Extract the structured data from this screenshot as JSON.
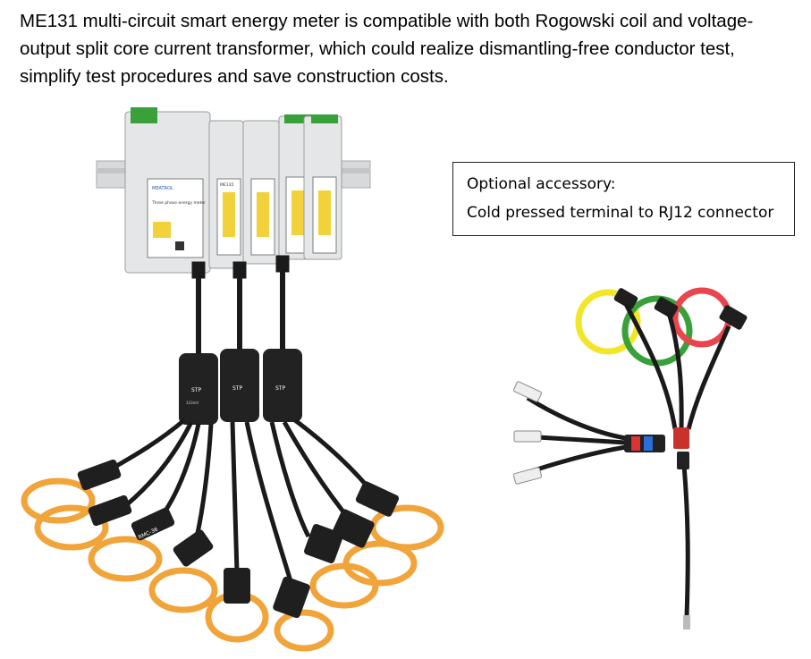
{
  "intro": {
    "text": "ME131 multi-circuit smart energy meter is compatible with both Rogowski coil and voltage-output split core current transformer, which could realize dismantling-free conductor test, simplify test procedures and save construction costs."
  },
  "callout": {
    "line1": "Optional accessory:",
    "line2": "Cold pressed terminal to RJ12 connector"
  },
  "meter": {
    "brand": "MEATROL",
    "label": "Three phase energy meter",
    "module_label": "ME135"
  },
  "adapters": {
    "label": "STP",
    "spec": "333mV"
  },
  "coils": {
    "label": "RMC-36"
  },
  "colors": {
    "coil_orange": "#f0a43a",
    "coil_yellow": "#f2e62b",
    "coil_green": "#3aa13a",
    "coil_red": "#e8454d",
    "cable": "#1a1a1a",
    "meter_body": "#e4e6e8"
  }
}
